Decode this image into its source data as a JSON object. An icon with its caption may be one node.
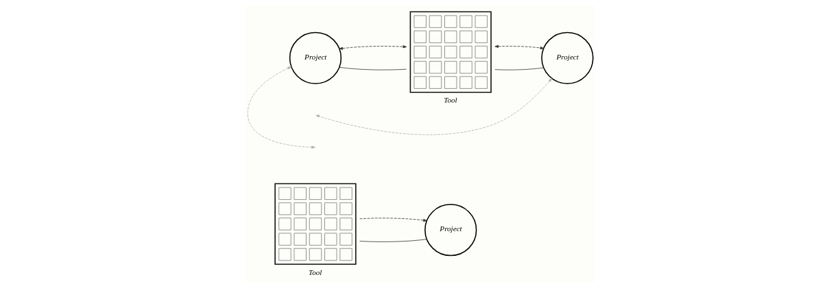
{
  "diagram": {
    "nodes": [
      {
        "text": [
          "Tool"
        ]
      },
      {
        "text": [
          "Project"
        ]
      },
      {
        "text": [
          "Project"
        ]
      },
      {
        "text": [
          "Tool"
        ]
      },
      {
        "text": [
          "Project"
        ]
      }
    ],
    "edges": [
      {
        "from": 0,
        "to": 1,
        "arrow": "none"
      },
      {
        "from": 0,
        "to": 1,
        "arrow": "to",
        "style": "dashed"
      },
      {
        "from": 2,
        "to": 3,
        "arrow": "none"
      },
      {
        "from": 3,
        "to": 4,
        "arrow": "none"
      },
      {
        "from": 2,
        "to": 3,
        "arrow": "both",
        "style": "dashed"
      },
      {
        "from": 3,
        "to": 4,
        "arrow": "both",
        "style": "dashed"
      },
      {
        "from": 2,
        "to": null,
        "arrow": "both",
        "style": "dashed",
        "color": "#b0b0b0"
      },
      {
        "from": 4,
        "to": null,
        "arrow": "both",
        "style": "dashed",
        "color": "#b0b0b0"
      }
    ]
  }
}
